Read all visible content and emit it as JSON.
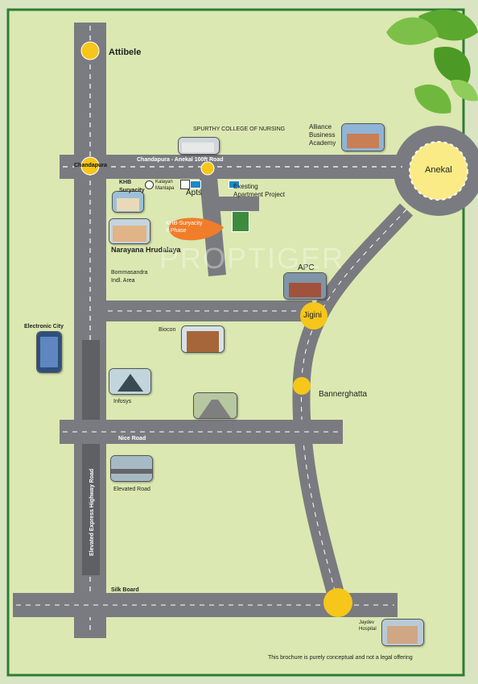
{
  "colors": {
    "background_outer": "#d9e4c2",
    "map_fill": "#dbe8b1",
    "border": "#2e7d32",
    "road": "#7a7b80",
    "road_dash": "#ffffff",
    "marker": "#f6c61a",
    "marker_light": "#fbeb87",
    "plot_orange": "#f07d2a",
    "apt_blue": "#1e88c8",
    "leaf": "#5aa82e"
  },
  "places": {
    "attibele": "Attibele",
    "chandapura": "Chandapura",
    "chandapura_road": "Chandapura - Anekal  100ft Road",
    "spurthy": "SPURTHY COLLEGE OF NURSING",
    "alliance": "Alliance\nBusiness\nAcademy",
    "anekal": "Anekal",
    "khb_suryacity": "KHB\nSuryacity",
    "kalayan": "Kalayan\nMantapa",
    "apts": "Apts",
    "existing_apt": "Exesting\nApartment Project",
    "khb_phase": "KHB-Suryacity\nII Phase",
    "narayana": "Narayana Hrudalaya",
    "bommasandra": "Bommasandra\nIndl. Area",
    "apc": "APC",
    "jigini": "Jigini",
    "electronic_city": "Electronic City",
    "biocon": "Biocon",
    "bannerghatta": "Bannerghatta",
    "infosys": "Infosys",
    "nice_road": "Nice Road",
    "elevated_road": "Elevated Road",
    "elevated_highway": "Elevated Express Highway Road",
    "silk_board": "Silk Board",
    "jaydev": "Jaydev\nHospital"
  },
  "watermark": "PROPTIGER",
  "disclaimer": "This brochure is purely conceptual and not a legal offering",
  "icons": [
    "leaf-icon",
    "khb-logo-icon",
    "kalayan-logo-icon"
  ]
}
